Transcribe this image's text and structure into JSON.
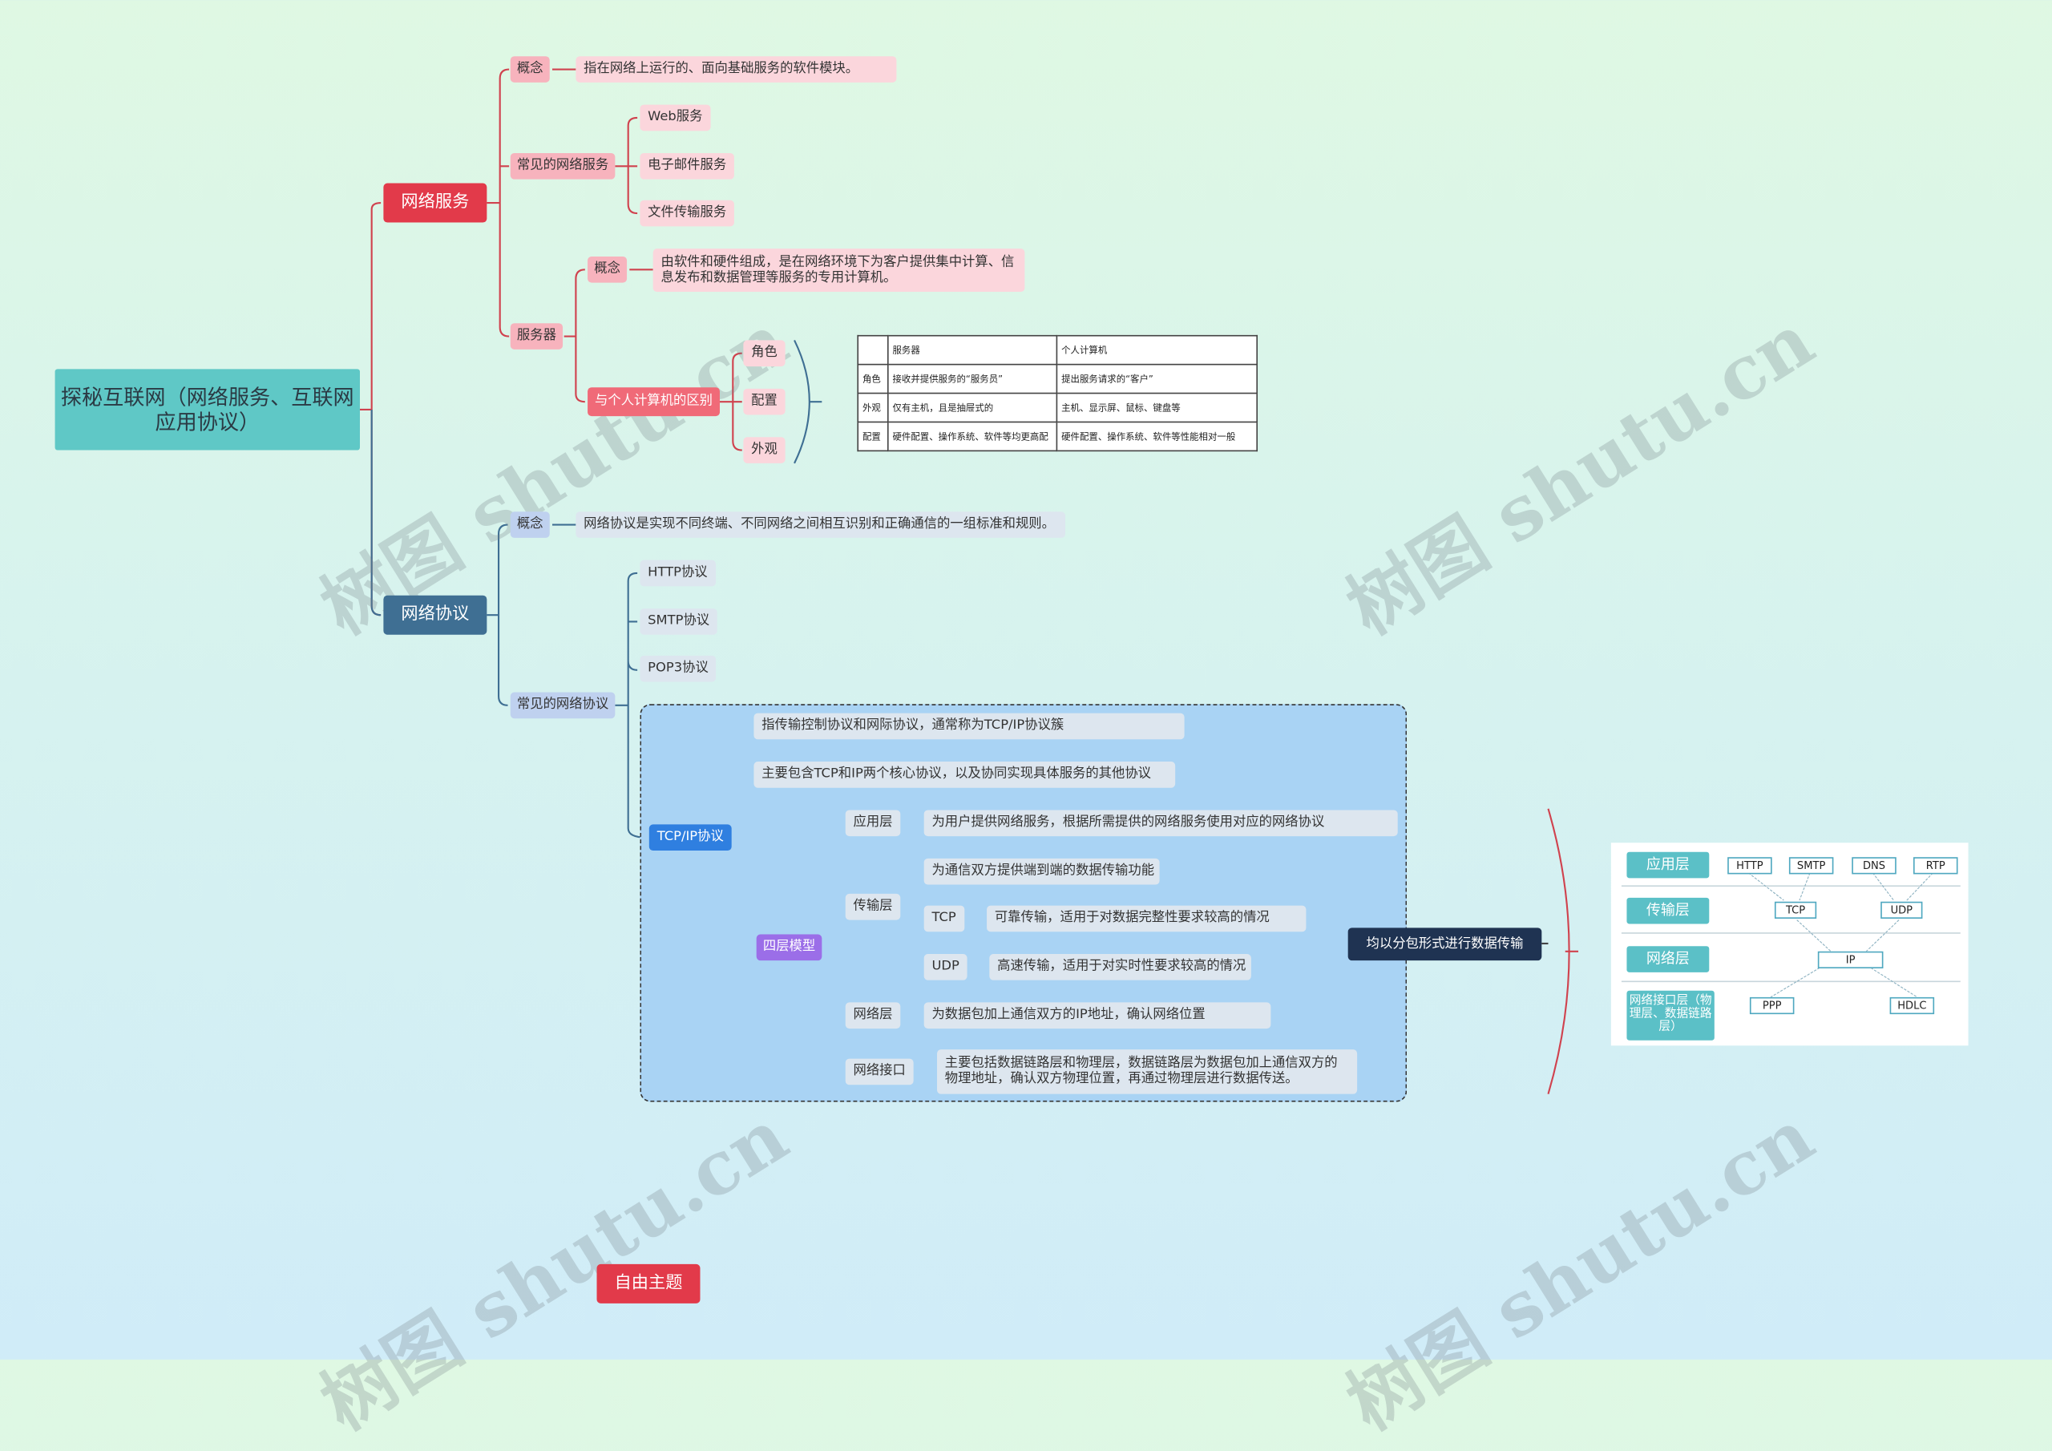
{
  "root": "探秘互联网（网络服务、互联网应用协议）",
  "network_service": {
    "label": "网络服务",
    "concept_tag": "概念",
    "concept_text": "指在网络上运行的、面向基础服务的软件模块。",
    "common_label": "常见的网络服务",
    "common_items": [
      "Web服务",
      "电子邮件服务",
      "文件传输服务"
    ],
    "server_label": "服务器",
    "server_concept_tag": "概念",
    "server_concept_text": "由软件和硬件组成，是在网络环境下为客户提供集中计算、信息发布和数据管理等服务的专用计算机。",
    "diff_label": "与个人计算机的区别",
    "diff_items": [
      "角色",
      "配置",
      "外观"
    ],
    "table": {
      "header": [
        "",
        "服务器",
        "个人计算机"
      ],
      "rows": [
        [
          "角色",
          "接收并提供服务的“服务员”",
          "提出服务请求的“客户”"
        ],
        [
          "外观",
          "仅有主机，且是抽屉式的",
          "主机、显示屏、鼠标、键盘等"
        ],
        [
          "配置",
          "硬件配置、操作系统、软件等均更高配",
          "硬件配置、操作系统、软件等性能相对一般"
        ]
      ]
    }
  },
  "protocol": {
    "label": "网络协议",
    "concept_tag": "概念",
    "concept_text": "网络协议是实现不同终端、不同网络之间相互识别和正确通信的一组标准和规则。",
    "common_label": "常见的网络协议",
    "items": [
      "HTTP协议",
      "SMTP协议",
      "POP3协议"
    ],
    "tcpip": {
      "label": "TCP/IP协议",
      "desc1": "指传输控制协议和网际协议，通常称为TCP/IP协议簇",
      "desc2": "主要包含TCP和IP两个核心协议，以及协同实现具体服务的其他协议",
      "model_label": "四层模型",
      "app_label": "应用层",
      "app_text": "为用户提供网络服务，根据所需提供的网络服务使用对应的网络协议",
      "transport_label": "传输层",
      "transport_text": "为通信双方提供端到端的数据传输功能",
      "tcp_label": "TCP",
      "tcp_text": "可靠传输，适用于对数据完整性要求较高的情况",
      "udp_label": "UDP",
      "udp_text": "高速传输，适用于对实时性要求较高的情况",
      "network_label": "网络层",
      "network_text": "为数据包加上通信双方的IP地址，确认网络位置",
      "iface_label": "网络接口",
      "iface_text": "主要包括数据链路层和物理层，数据链路层为数据包加上通信双方的物理地址，确认双方物理位置，再通过物理层进行数据传送。",
      "summary": "均以分包形式进行数据传输"
    }
  },
  "layer_diagram": {
    "layers": [
      "应用层",
      "传输层",
      "网络层",
      "网络接口层（物理层、数据链路层）"
    ],
    "app_protocols": [
      "HTTP",
      "SMTP",
      "DNS",
      "RTP"
    ],
    "transport_protocols": [
      "TCP",
      "UDP"
    ],
    "network_protocols": [
      "IP"
    ],
    "link_protocols": [
      "PPP",
      "HDLC"
    ]
  },
  "free_topic": "自由主题",
  "watermark": "树图 shutu.cn",
  "colors": {
    "red": "#e23a4a",
    "steel": "#3f6f93",
    "teal": "#5fc8c6",
    "tcpip_blue": "#2f7fe0",
    "purple": "#9b6ee8",
    "navy": "#1f3352"
  }
}
